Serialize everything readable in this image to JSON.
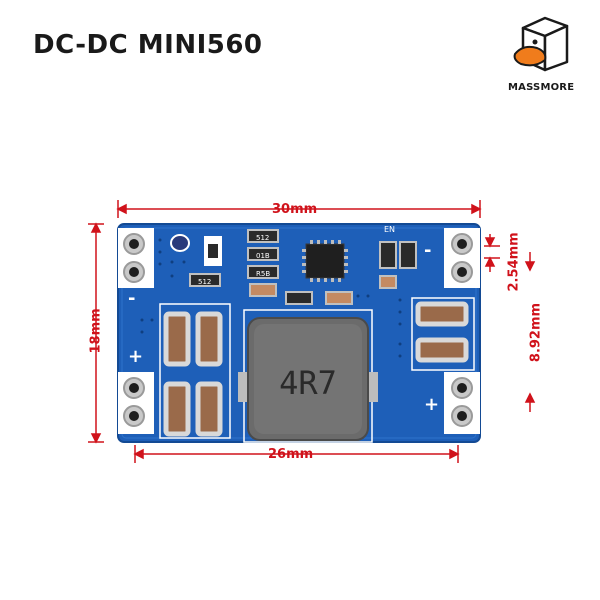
{
  "title": "DC-DC MINI560",
  "brand": {
    "name": "MASSMORE",
    "accent_color": "#f07c1c"
  },
  "dimensions": {
    "width_top": "30mm",
    "width_bottom": "26mm",
    "height_left": "18mm",
    "pin_pitch": "2.54mm",
    "pad_spacing": "8.92mm",
    "color": "#d0121b"
  },
  "board": {
    "pcb_color": "#1e5fb8",
    "inductor_marking": "4R7",
    "plus_labels": [
      "+",
      "+"
    ],
    "minus_labels": [
      "-",
      "-"
    ],
    "silkscreen": [
      "512",
      "01B",
      "R5B",
      "512",
      "EN"
    ]
  }
}
